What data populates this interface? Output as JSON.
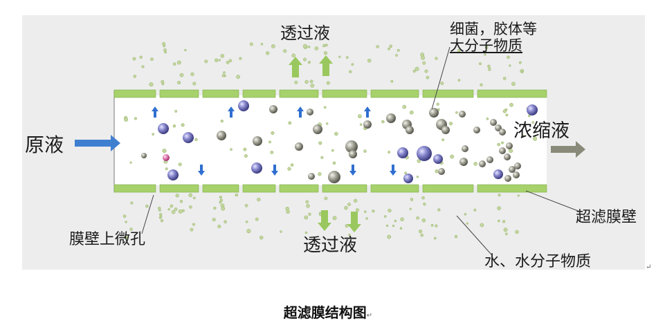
{
  "labels": {
    "permeate_top": "透过液",
    "permeate_bottom": "透过液",
    "large_molecules_line1": "细菌，胶体等",
    "large_molecules_line2": "大分子物质",
    "feed": "原液",
    "concentrate": "浓缩液",
    "membrane_wall": "超滤膜壁",
    "micropores": "膜壁上微孔",
    "water_small_molecules": "水、水分子物质"
  },
  "caption": "超滤膜结构图",
  "return_mark": "↵",
  "colors": {
    "membrane": "#a6d16b",
    "membrane_edge": "#7fae4a",
    "tube_background": "#ffffff",
    "panel_background": "#ececec",
    "feed_arrow": "#3f7fd0",
    "permeate_arrow": "#9ac85e",
    "concentrate_arrow": "#8a8a7a",
    "small_arrow": "#2f6fd0",
    "large_particle_purple": "#6b6bb0",
    "large_particle_gray": "#8a8a80",
    "small_particle": "#c4d6a0"
  }
}
